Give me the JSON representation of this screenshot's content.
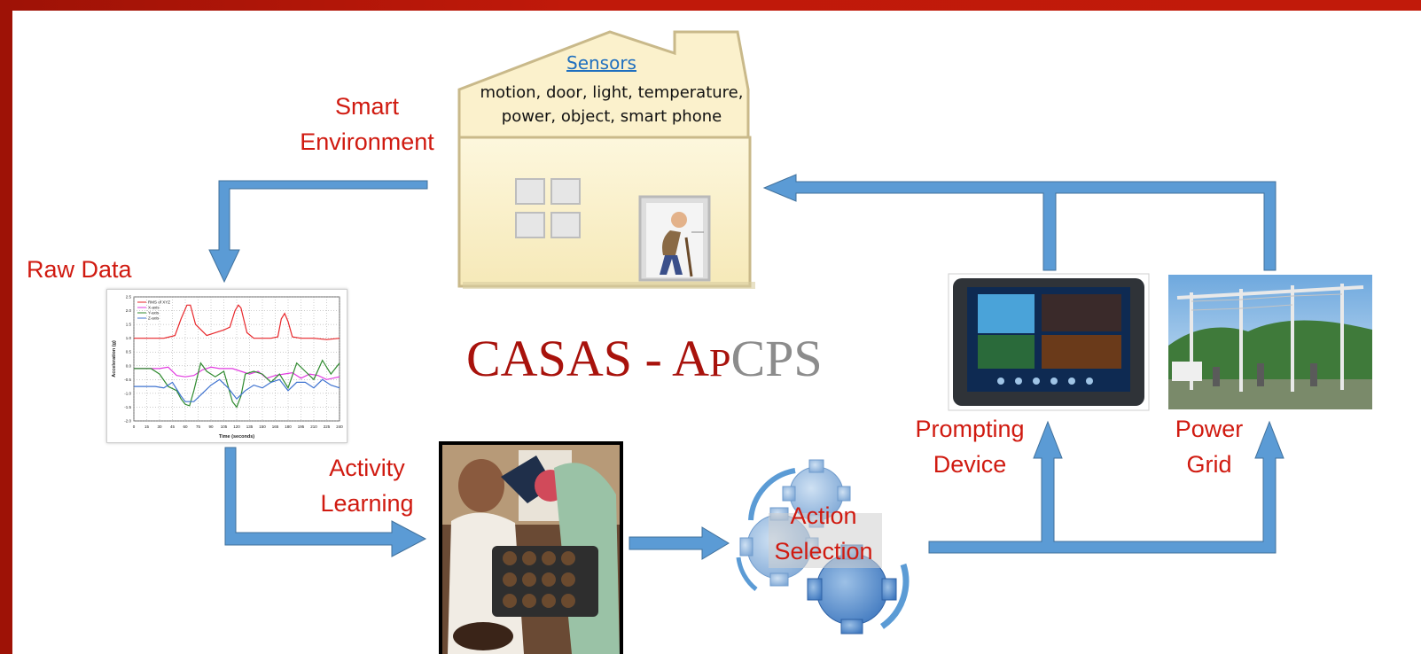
{
  "colors": {
    "frame": "#c11a0a",
    "label_red": "#d01a10",
    "arrow_blue": "#5b9bd5",
    "house_fill": "#fcf3cf",
    "title_dark_red": "#a8120c",
    "title_gray": "#8c8c8c"
  },
  "house": {
    "sensors_heading": "Sensors",
    "sensor_line1": "motion, door, light, temperature,",
    "sensor_line2": "power, object, smart phone"
  },
  "labels": {
    "smart_environment_1": "Smart",
    "smart_environment_2": "Environment",
    "raw_data": "Raw Data",
    "activity_learning_1": "Activity",
    "activity_learning_2": "Learning",
    "action_selection_1": "Action",
    "action_selection_2": "Selection",
    "prompting_device_1": "Prompting",
    "prompting_device_2": "Device",
    "power_grid_1": "Power",
    "power_grid_2": "Grid"
  },
  "title": {
    "part1": "CASAS - A",
    "part2": "P",
    "part3": "CPS"
  },
  "icons": {
    "elderly_person": "elderly-person-icon",
    "gears": "gears-icon",
    "tablet": "tablet-icon",
    "power_grid": "power-grid-icon"
  },
  "chart_data": {
    "type": "line",
    "title": "",
    "xlabel": "Time (seconds)",
    "ylabel": "Acceleration (g)",
    "xlim": [
      0,
      240
    ],
    "ylim": [
      -2.0,
      2.5
    ],
    "x_ticks": [
      "0",
      "15",
      "30",
      "45",
      "60",
      "75",
      "90",
      "105",
      "120",
      "135",
      "150",
      "165",
      "180",
      "195",
      "210",
      "225",
      "240"
    ],
    "y_ticks": [
      "2.5",
      "2.0",
      "1.5",
      "1.0",
      "0.5",
      "0.0",
      "-0.5",
      "-1.0",
      "-1.5",
      "-2.0"
    ],
    "series": [
      {
        "name": "RMS of XYZ",
        "color": "#e8262a",
        "x": [
          0,
          35,
          48,
          55,
          62,
          66,
          72,
          85,
          95,
          105,
          112,
          118,
          122,
          125,
          132,
          140,
          150,
          160,
          168,
          172,
          176,
          180,
          185,
          195,
          210,
          225,
          240
        ],
        "y": [
          1.0,
          1.0,
          1.1,
          1.7,
          2.2,
          2.2,
          1.5,
          1.1,
          1.2,
          1.3,
          1.4,
          2.0,
          2.2,
          2.1,
          1.2,
          1.0,
          1.0,
          1.0,
          1.05,
          1.7,
          1.9,
          1.6,
          1.05,
          1.0,
          1.0,
          0.95,
          1.0
        ]
      },
      {
        "name": "X-axis",
        "color": "#e23de0",
        "x": [
          0,
          30,
          40,
          50,
          60,
          70,
          80,
          90,
          100,
          115,
          125,
          135,
          145,
          155,
          165,
          175,
          185,
          195,
          205,
          215,
          225,
          240
        ],
        "y": [
          -0.1,
          -0.1,
          -0.05,
          -0.35,
          -0.4,
          -0.35,
          -0.15,
          -0.05,
          -0.1,
          -0.1,
          -0.2,
          -0.3,
          -0.2,
          -0.45,
          -0.35,
          -0.3,
          -0.25,
          -0.45,
          -0.3,
          -0.35,
          -0.5,
          -0.4
        ]
      },
      {
        "name": "Y-axis",
        "color": "#2f8a2f",
        "x": [
          0,
          20,
          30,
          40,
          50,
          55,
          60,
          65,
          70,
          78,
          85,
          95,
          105,
          115,
          120,
          125,
          130,
          140,
          150,
          160,
          170,
          180,
          190,
          200,
          210,
          220,
          230,
          240
        ],
        "y": [
          -0.1,
          -0.1,
          -0.3,
          -0.75,
          -0.9,
          -1.2,
          -1.4,
          -1.45,
          -0.9,
          0.1,
          -0.2,
          -0.4,
          -0.2,
          -1.3,
          -1.5,
          -1.1,
          -0.3,
          -0.2,
          -0.3,
          -0.6,
          -0.3,
          -0.8,
          0.1,
          -0.2,
          -0.5,
          0.2,
          -0.3,
          0.1
        ]
      },
      {
        "name": "Z-axis",
        "color": "#3f73d0",
        "x": [
          0,
          25,
          35,
          45,
          55,
          60,
          70,
          80,
          90,
          100,
          110,
          120,
          130,
          140,
          150,
          160,
          170,
          180,
          190,
          200,
          210,
          220,
          230,
          240
        ],
        "y": [
          -0.75,
          -0.75,
          -0.8,
          -0.6,
          -1.1,
          -1.3,
          -1.3,
          -1.0,
          -0.7,
          -0.5,
          -0.8,
          -1.2,
          -0.9,
          -0.7,
          -0.8,
          -0.6,
          -0.5,
          -0.9,
          -0.6,
          -0.6,
          -0.8,
          -0.5,
          -0.7,
          -0.8
        ]
      }
    ],
    "legend": "top-left",
    "grid": true
  }
}
